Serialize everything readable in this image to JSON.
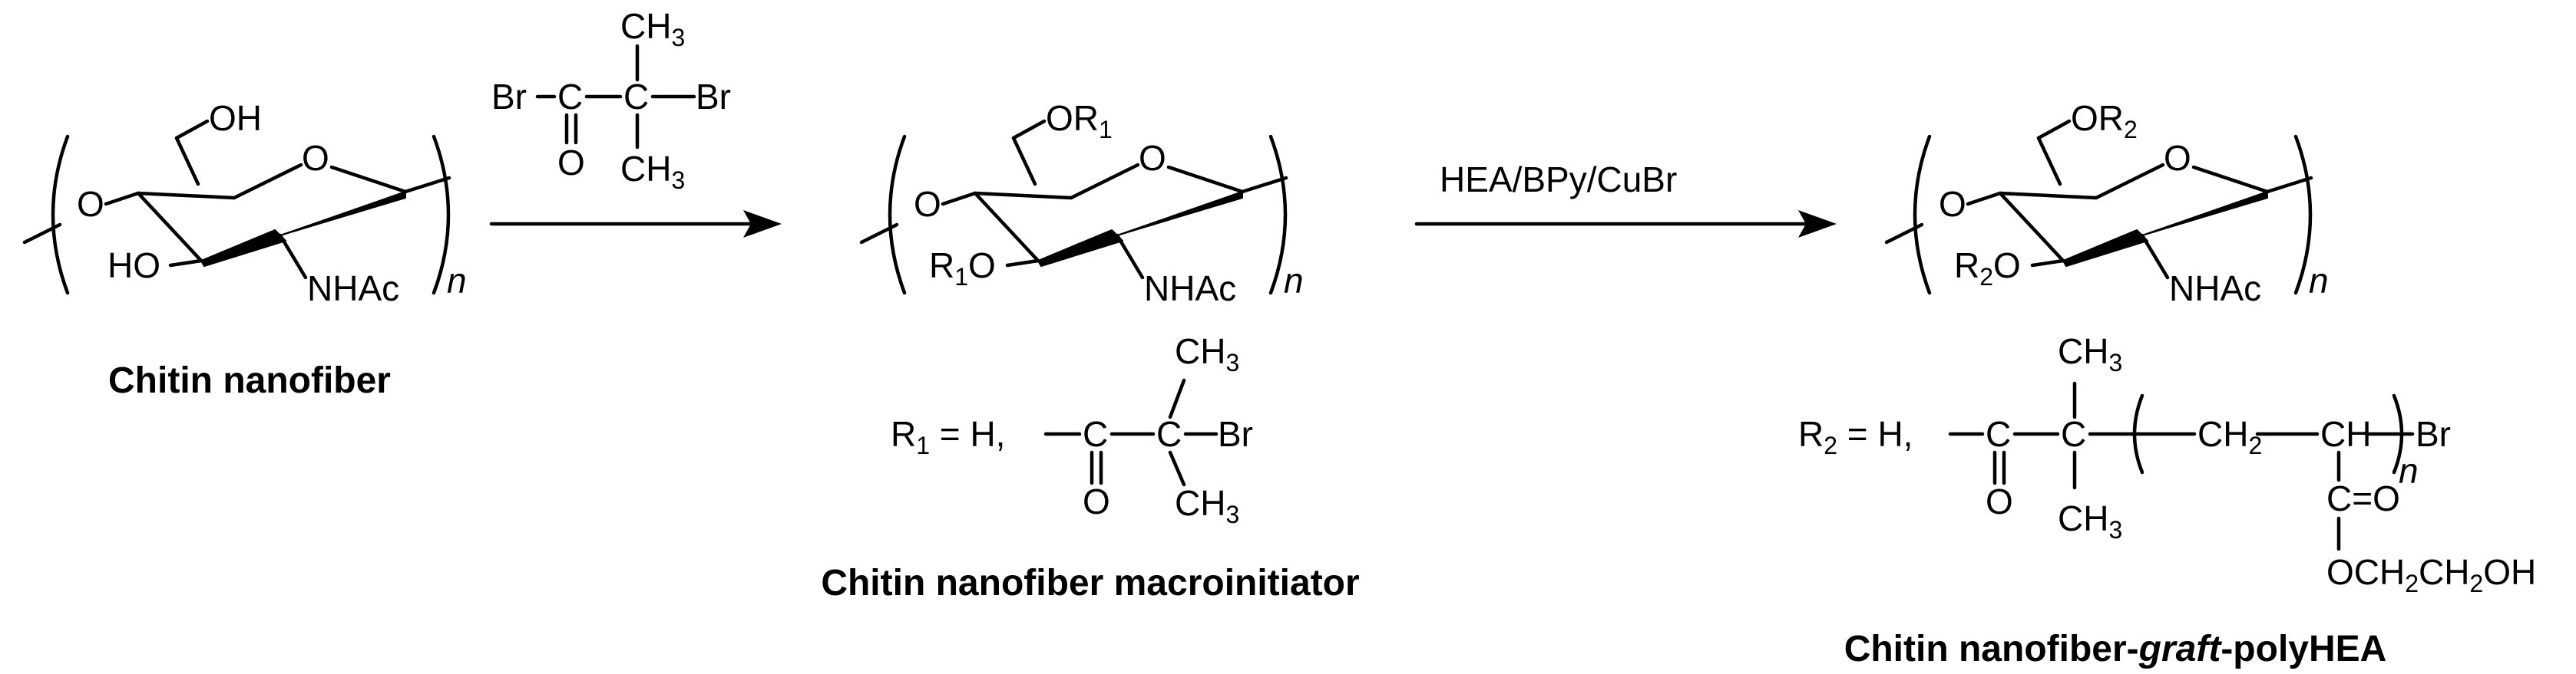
{
  "structures": {
    "chitin": {
      "label": "Chitin nanofiber",
      "atoms": {
        "oh": "OH",
        "ring_o": "O",
        "link_o": "O",
        "ho": "HO",
        "nhac": "NHAc",
        "n": "n"
      }
    },
    "macro": {
      "label": "Chitin nanofiber macroinitiator",
      "atoms": {
        "or": "OR",
        "or_sub": "1",
        "ring_o": "O",
        "link_o": "O",
        "r": "R",
        "r_sub": "1",
        "ro": "O",
        "nhac": "NHAc",
        "n": "n"
      },
      "rdef": {
        "r": "R",
        "r_sub": "1",
        "eq": " = H,",
        "c1": "C",
        "c2": "C",
        "br": "Br",
        "o": "O",
        "ch3a": "CH",
        "ch3a_sub": "3",
        "ch3b": "CH",
        "ch3b_sub": "3"
      }
    },
    "graft": {
      "label_a": "Chitin nanofiber-",
      "label_b": "graft",
      "label_c": "-polyHEA",
      "atoms": {
        "or": "OR",
        "or_sub": "2",
        "ring_o": "O",
        "link_o": "O",
        "r": "R",
        "r_sub": "2",
        "ro": "O",
        "nhac": "NHAc",
        "n": "n"
      },
      "rdef": {
        "r": "R",
        "r_sub": "2",
        "eq": " = H,",
        "c1": "C",
        "c2": "C",
        "o": "O",
        "ch3a": "CH",
        "ch3a_sub": "3",
        "ch3b": "CH",
        "ch3b_sub": "3",
        "ch2": "CH",
        "ch2_sub": "2",
        "ch": "CH",
        "n": "n",
        "br": "Br",
        "ceq": "C",
        "ceq_o": "=O",
        "ester_o": "O",
        "tail": "OCH",
        "tail_sub1": "2",
        "tail_mid": "CH",
        "tail_sub2": "2",
        "tail_end": "OH"
      }
    }
  },
  "reagent1": {
    "br1": "Br",
    "c1": "C",
    "o": "O",
    "c2": "C",
    "br2": "Br",
    "ch3a": "CH",
    "ch3a_sub": "3",
    "ch3b": "CH",
    "ch3b_sub": "3"
  },
  "reagent2": {
    "text": "HEA/BPy/CuBr"
  }
}
